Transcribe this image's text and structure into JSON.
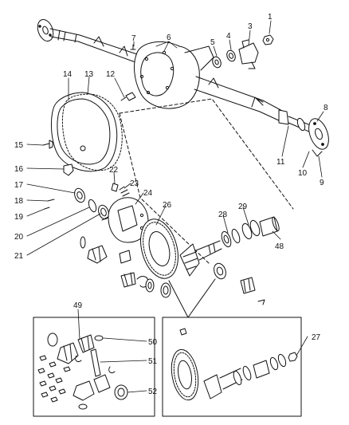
{
  "diagram": {
    "callouts": [
      {
        "id": "1",
        "label": "1"
      },
      {
        "id": "3",
        "label": "3"
      },
      {
        "id": "4",
        "label": "4"
      },
      {
        "id": "5",
        "label": "5"
      },
      {
        "id": "6",
        "label": "6"
      },
      {
        "id": "7",
        "label": "7"
      },
      {
        "id": "8",
        "label": "8"
      },
      {
        "id": "9",
        "label": "9"
      },
      {
        "id": "10",
        "label": "10"
      },
      {
        "id": "11",
        "label": "11"
      },
      {
        "id": "12",
        "label": "12"
      },
      {
        "id": "13",
        "label": "13"
      },
      {
        "id": "14",
        "label": "14"
      },
      {
        "id": "15",
        "label": "15"
      },
      {
        "id": "16",
        "label": "16"
      },
      {
        "id": "17",
        "label": "17"
      },
      {
        "id": "18",
        "label": "18"
      },
      {
        "id": "19",
        "label": "19"
      },
      {
        "id": "20",
        "label": "20"
      },
      {
        "id": "21",
        "label": "21"
      },
      {
        "id": "22",
        "label": "22"
      },
      {
        "id": "23",
        "label": "23"
      },
      {
        "id": "24",
        "label": "24"
      },
      {
        "id": "26",
        "label": "26"
      },
      {
        "id": "27",
        "label": "27"
      },
      {
        "id": "28",
        "label": "28"
      },
      {
        "id": "29",
        "label": "29"
      },
      {
        "id": "48",
        "label": "48"
      },
      {
        "id": "49",
        "label": "49"
      },
      {
        "id": "50",
        "label": "50"
      },
      {
        "id": "51",
        "label": "51"
      },
      {
        "id": "52",
        "label": "52"
      }
    ],
    "line_color": "#111111",
    "background": "#ffffff"
  }
}
